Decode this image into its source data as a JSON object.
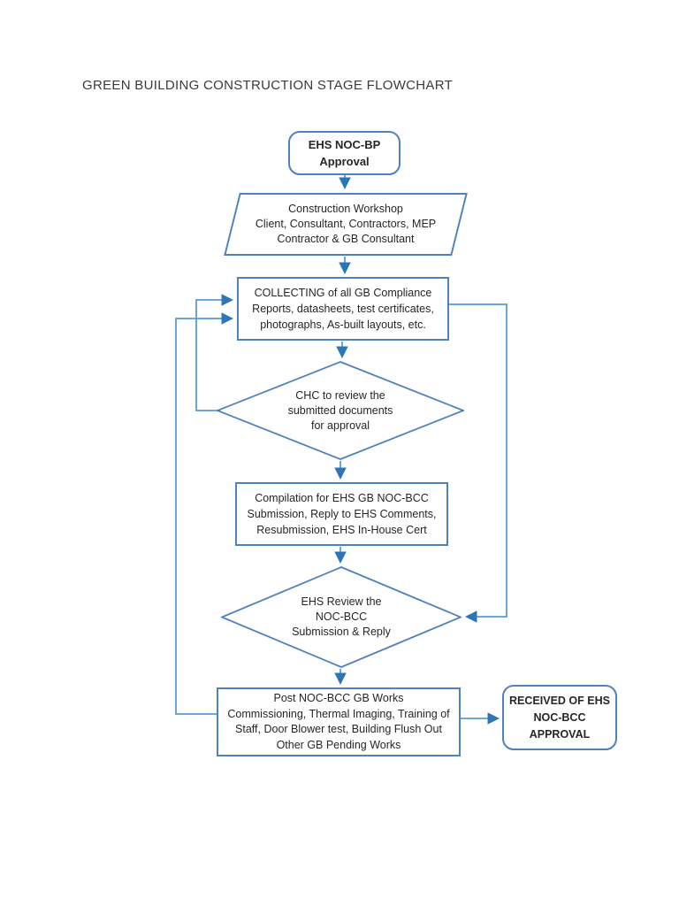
{
  "title": "GREEN BUILDING CONSTRUCTION STAGE FLOWCHART",
  "colors": {
    "shape-border": "#4f81bd",
    "connector": "#5b9bd5",
    "arrow": "#2e75b6",
    "text": "#262626",
    "title": "#3b3b3b",
    "page-bg": "#ffffff"
  },
  "nodes": {
    "start": {
      "shape": "rounded-rectangle",
      "text": "EHS NOC-BP\nApproval"
    },
    "workshop": {
      "shape": "parallelogram",
      "text": "Construction Workshop\nClient, Consultant, Contractors, MEP\nContractor & GB Consultant"
    },
    "collecting": {
      "shape": "rectangle",
      "text": "COLLECTING of all GB Compliance\nReports, datasheets, test certificates,\nphotographs, As-built layouts, etc."
    },
    "chc_review": {
      "shape": "diamond",
      "text": "CHC to review the\nsubmitted documents\nfor approval"
    },
    "compilation": {
      "shape": "rectangle",
      "text": "Compilation for EHS GB NOC-BCC\nSubmission, Reply to EHS Comments,\nResubmission, EHS In-House Cert"
    },
    "ehs_review": {
      "shape": "diamond",
      "text": "EHS Review the\nNOC-BCC\nSubmission & Reply"
    },
    "post_works": {
      "shape": "rectangle",
      "text": "Post NOC-BCC GB Works\nCommissioning, Thermal Imaging, Training of\nStaff, Door Blower test, Building Flush Out\nOther GB Pending Works"
    },
    "received": {
      "shape": "rounded-rectangle",
      "text": "RECEIVED OF EHS\nNOC-BCC\nAPPROVAL"
    }
  },
  "edges": [
    {
      "from": "start",
      "to": "workshop",
      "type": "flow"
    },
    {
      "from": "workshop",
      "to": "collecting",
      "type": "flow"
    },
    {
      "from": "collecting",
      "to": "chc_review",
      "type": "flow"
    },
    {
      "from": "chc_review",
      "to": "compilation",
      "type": "flow"
    },
    {
      "from": "chc_review",
      "to": "collecting",
      "type": "feedback-loop"
    },
    {
      "from": "compilation",
      "to": "ehs_review",
      "type": "flow"
    },
    {
      "from": "collecting",
      "to": "ehs_review",
      "type": "side-loop"
    },
    {
      "from": "ehs_review",
      "to": "post_works",
      "type": "flow"
    },
    {
      "from": "post_works",
      "to": "collecting",
      "type": "feedback-loop"
    },
    {
      "from": "post_works",
      "to": "received",
      "type": "flow"
    }
  ]
}
